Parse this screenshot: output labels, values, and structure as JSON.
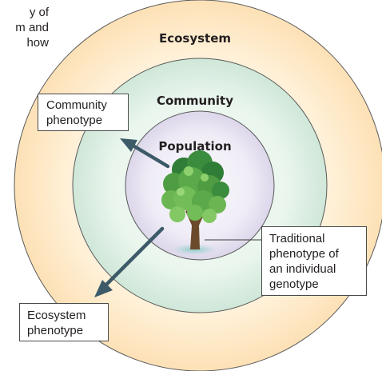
{
  "clipped_text": [
    "y of",
    "m and",
    "how"
  ],
  "rings": {
    "ecosystem": "Ecosystem",
    "community": "Community",
    "population": "Population"
  },
  "boxes": {
    "community_phenotype": [
      "Community",
      "phenotype"
    ],
    "traditional_phenotype": [
      "Traditional",
      "phenotype of",
      "an individual",
      "genotype"
    ],
    "ecosystem_phenotype": [
      "Ecosystem",
      "phenotype"
    ]
  },
  "colors": {
    "ecosystem_fill": "#fde6c4",
    "community_fill": "#dcefe3",
    "population_fill": "#e7e3f1",
    "arrow": "#3d5a68"
  }
}
